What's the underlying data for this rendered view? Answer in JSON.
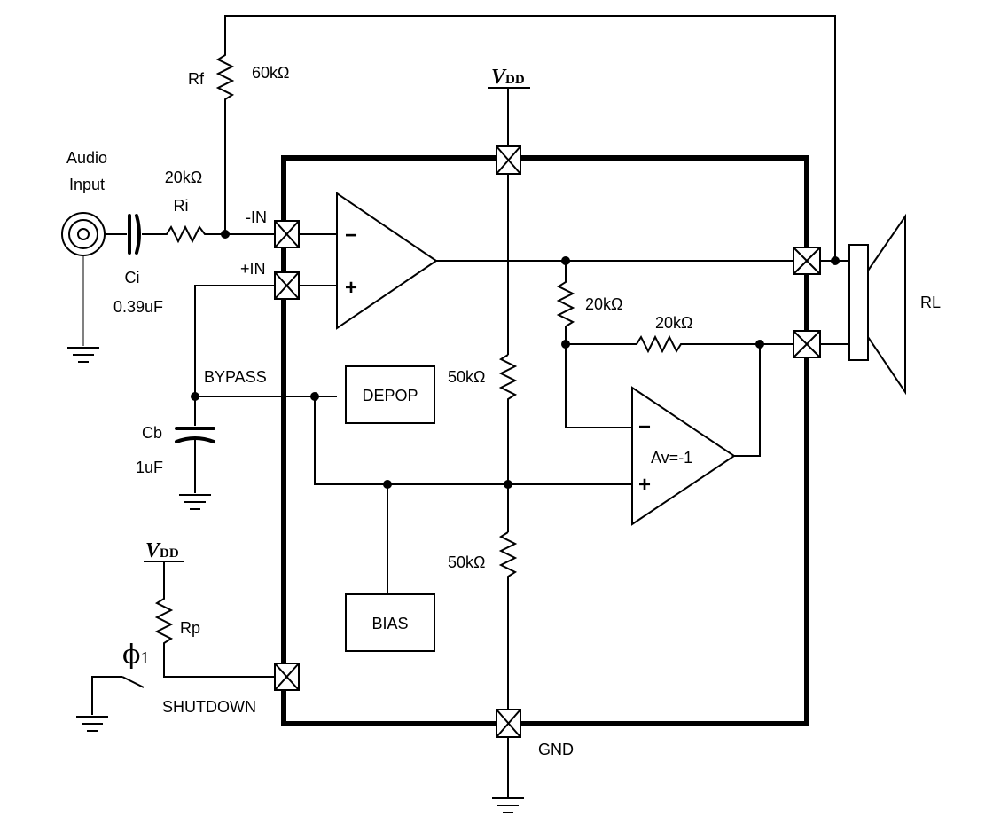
{
  "labels": {
    "audio_input_line1": "Audio",
    "audio_input_line2": "Input",
    "ri_value": "20kΩ",
    "ri_name": "Ri",
    "ci_name": "Ci",
    "ci_value": "0.39uF",
    "rf_name": "Rf",
    "rf_value": "60kΩ",
    "neg_in": "-IN",
    "pos_in": "+IN",
    "bypass": "BYPASS",
    "cb_name": "Cb",
    "cb_value": "1uF",
    "depop": "DEPOP",
    "bias": "BIAS",
    "divider_top_value": "50kΩ",
    "divider_bottom_value": "50kΩ",
    "fb_res_vertical": "20kΩ",
    "fb_res_horizontal": "20kΩ",
    "inverter_gain": "Av=-1",
    "rl": "RL",
    "rp_name": "Rp",
    "shutdown": "SHUTDOWN",
    "gnd": "GND",
    "vdd_main": "V",
    "vdd_main_sub": "DD",
    "vdd_pullup": "V",
    "vdd_pullup_sub": "DD",
    "switch_symbol": "ϕ",
    "switch_sub": "1",
    "minus_sign": "−",
    "plus_sign": "+"
  }
}
